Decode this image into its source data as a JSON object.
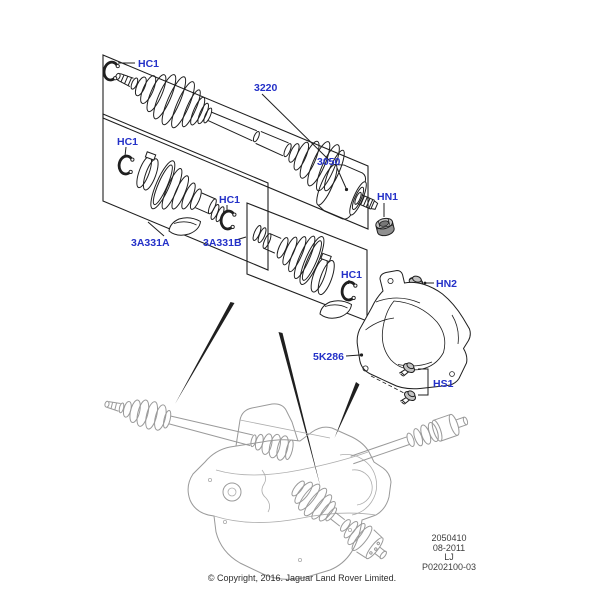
{
  "diagram": {
    "title_context": "Drive shaft and constant velocity joint exploded parts diagram",
    "labels": {
      "hc1": "HC1",
      "shaft": "3220",
      "inner_cv_joint": "3050",
      "hub_nut": "HN1",
      "flange_bolt": "HN2",
      "outer_boot_kit": "3A331A",
      "inner_boot_kit": "3A331B",
      "heat_shield": "5K286",
      "shield_bolts": "HS1"
    },
    "colors": {
      "label_blue": "#2431C8",
      "line_black": "#1f1f1f",
      "assembly_gray": "#9a9a9a",
      "background": "#ffffff"
    }
  },
  "footer": {
    "ref_block": {
      "part_number": "2050410",
      "date": "08-2011",
      "model_code": "LJ",
      "drawing_number": "P0202100-03"
    },
    "copyright": "© Copyright, 2016. Jaguar Land Rover Limited."
  }
}
